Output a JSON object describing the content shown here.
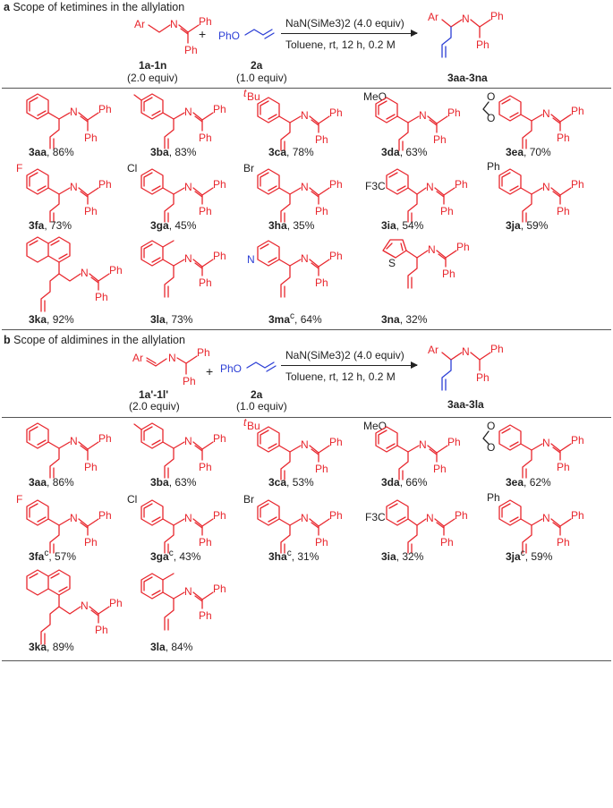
{
  "section_a": {
    "letter": "a",
    "title": "Scope of ketimines in the allylation",
    "reagent1": {
      "id": "1a-1n",
      "equiv": "(2.0 equiv)"
    },
    "reagent2": {
      "id": "2a",
      "equiv": "(1.0 equiv)"
    },
    "cond1": "NaN(SiMe3)2 (4.0 equiv)",
    "cond2": "Toluene, rt, 12 h, 0.2 M",
    "product": "3aa-3na",
    "results": [
      {
        "id": "3aa",
        "sup": "",
        "yield": ", 86%"
      },
      {
        "id": "3ba",
        "sup": "",
        "yield": ", 83%"
      },
      {
        "id": "3ca",
        "sup": "",
        "yield": ", 78%"
      },
      {
        "id": "3da",
        "sup": "",
        "yield": ", 63%"
      },
      {
        "id": "3ea",
        "sup": "",
        "yield": ", 70%"
      },
      {
        "id": "3fa",
        "sup": "",
        "yield": ", 73%"
      },
      {
        "id": "3ga",
        "sup": "",
        "yield": ", 45%"
      },
      {
        "id": "3ha",
        "sup": "",
        "yield": ", 35%"
      },
      {
        "id": "3ia",
        "sup": "",
        "yield": ", 54%"
      },
      {
        "id": "3ja",
        "sup": "",
        "yield": ", 59%"
      },
      {
        "id": "3ka",
        "sup": "",
        "yield": ", 92%"
      },
      {
        "id": "3la",
        "sup": "",
        "yield": ", 73%"
      },
      {
        "id": "3ma",
        "sup": "c",
        "yield": ", 64%"
      },
      {
        "id": "3na",
        "sup": "",
        "yield": ", 32%"
      }
    ]
  },
  "section_b": {
    "letter": "b",
    "title": "Scope of aldimines in the allylation",
    "reagent1": {
      "id": "1a'-1l'",
      "equiv": "(2.0 equiv)"
    },
    "reagent2": {
      "id": "2a",
      "equiv": "(1.0 equiv)"
    },
    "cond1": "NaN(SiMe3)2 (4.0 equiv)",
    "cond2": "Toluene, rt, 12 h, 0.2 M",
    "product": "3aa-3la",
    "results": [
      {
        "id": "3aa",
        "sup": "",
        "yield": ", 86%"
      },
      {
        "id": "3ba",
        "sup": "",
        "yield": ", 63%"
      },
      {
        "id": "3ca",
        "sup": "",
        "yield": ", 53%"
      },
      {
        "id": "3da",
        "sup": "",
        "yield": ", 66%"
      },
      {
        "id": "3ea",
        "sup": "",
        "yield": ", 62%"
      },
      {
        "id": "3fa",
        "sup": "c",
        "yield": ", 57%"
      },
      {
        "id": "3ga",
        "sup": "c",
        "yield": ", 43%"
      },
      {
        "id": "3ha",
        "sup": "c",
        "yield": ", 31%"
      },
      {
        "id": "3ia",
        "sup": "",
        "yield": ", 32%"
      },
      {
        "id": "3ja",
        "sup": "c",
        "yield": ", 59%"
      },
      {
        "id": "3ka",
        "sup": "",
        "yield": ", 89%"
      },
      {
        "id": "3la",
        "sup": "",
        "yield": ", 84%"
      }
    ]
  },
  "atoms": {
    "ar": "Ar",
    "n": "N",
    "ph": "Ph",
    "pho": "PhO",
    "o": "O",
    "s": "S",
    "f": "F",
    "cl": "Cl",
    "br": "Br",
    "meo": "MeO",
    "tbu_t": "t",
    "tbu": "Bu",
    "cf3": "F3C"
  },
  "colors": {
    "product": "#e8262d",
    "allyl": "#2c3fd6",
    "text": "#222222"
  }
}
